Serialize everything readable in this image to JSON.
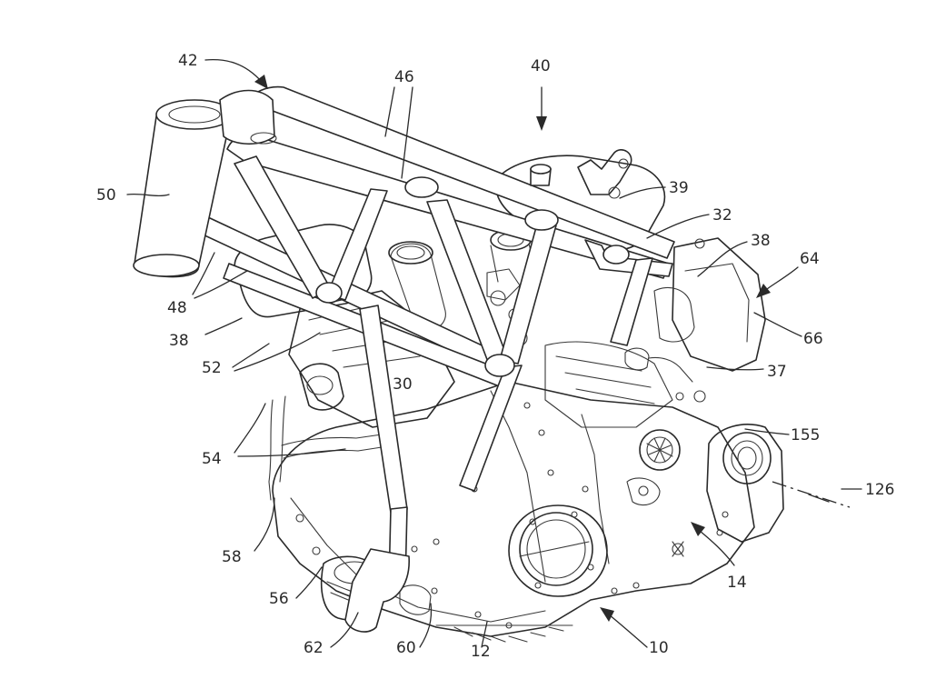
{
  "figure": {
    "type": "patent-line-drawing",
    "subject": "engine with trellis frame",
    "line_color": "#2a2a2a",
    "background": "#ffffff"
  },
  "labels": {
    "l42": "42",
    "l46": "46",
    "l40": "40",
    "l50": "50",
    "l39": "39",
    "l32": "32",
    "l38a": "38",
    "l64": "64",
    "l48": "48",
    "l38b": "38",
    "l66": "66",
    "l52": "52",
    "l30": "30",
    "l37": "37",
    "l155": "155",
    "l54": "54",
    "l126": "126",
    "l58": "58",
    "l14": "14",
    "l56": "56",
    "l62": "62",
    "l60": "60",
    "l12": "12",
    "l10": "10"
  }
}
